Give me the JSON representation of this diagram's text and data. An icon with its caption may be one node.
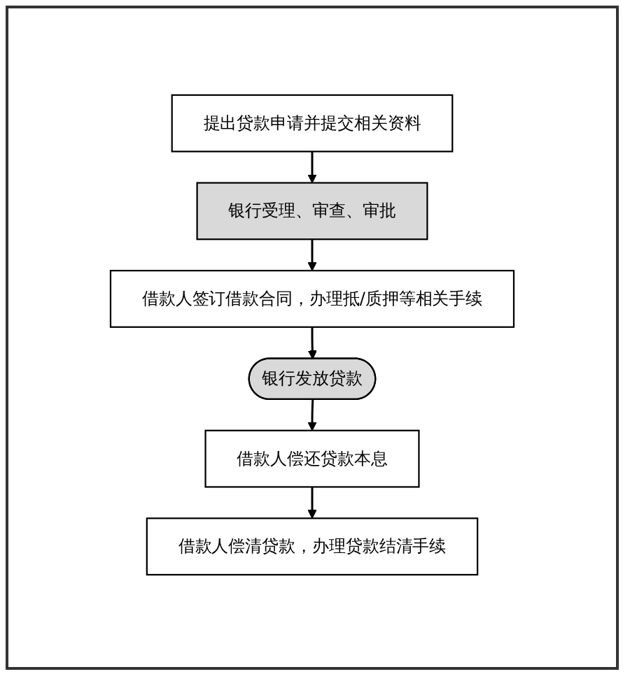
{
  "diagram": {
    "nodes": [
      {
        "text": [
          "提出贷款申请并提交相关资料"
        ]
      },
      {
        "text": [
          "银行受理、审查、审批"
        ]
      },
      {
        "text": [
          "借款人签订借款合同，办理抵/质押等相关手续"
        ]
      },
      {
        "text": [
          "银行发放贷款"
        ]
      },
      {
        "text": [
          "借款人偿还贷款本息"
        ]
      },
      {
        "text": [
          "借款人偿清贷款，办理贷款结清手续"
        ]
      }
    ],
    "edges": [
      {
        "from": 0,
        "to": 1,
        "arrow": "to"
      },
      {
        "from": 1,
        "to": 2,
        "arrow": "to"
      },
      {
        "from": 2,
        "to": 3,
        "arrow": "to"
      },
      {
        "from": 3,
        "to": 4,
        "arrow": "to"
      },
      {
        "from": 4,
        "to": 5,
        "arrow": "to"
      }
    ]
  }
}
